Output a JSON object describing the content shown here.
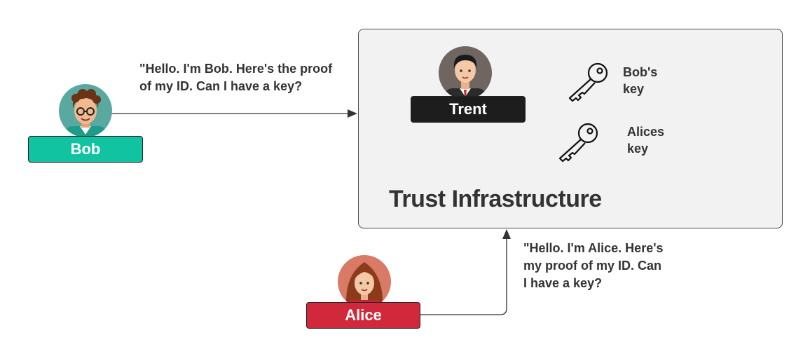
{
  "trust_box": {
    "title": "Trust Infrastructure"
  },
  "actors": {
    "bob": {
      "label": "Bob",
      "color": "#12c3a2"
    },
    "alice": {
      "label": "Alice",
      "color": "#d2283b"
    },
    "trent": {
      "label": "Trent",
      "color": "#1d1d1d"
    }
  },
  "messages": {
    "bob": "\"Hello. I'm Bob. Here's the proof of my ID. Can I have a key?",
    "alice": "\"Hello. I'm Alice. Here's my proof of my ID. Can I have a key?"
  },
  "keys": [
    {
      "label": "Bob's key",
      "icon": "key-icon"
    },
    {
      "label": "Alices key",
      "icon": "key-icon"
    }
  ]
}
